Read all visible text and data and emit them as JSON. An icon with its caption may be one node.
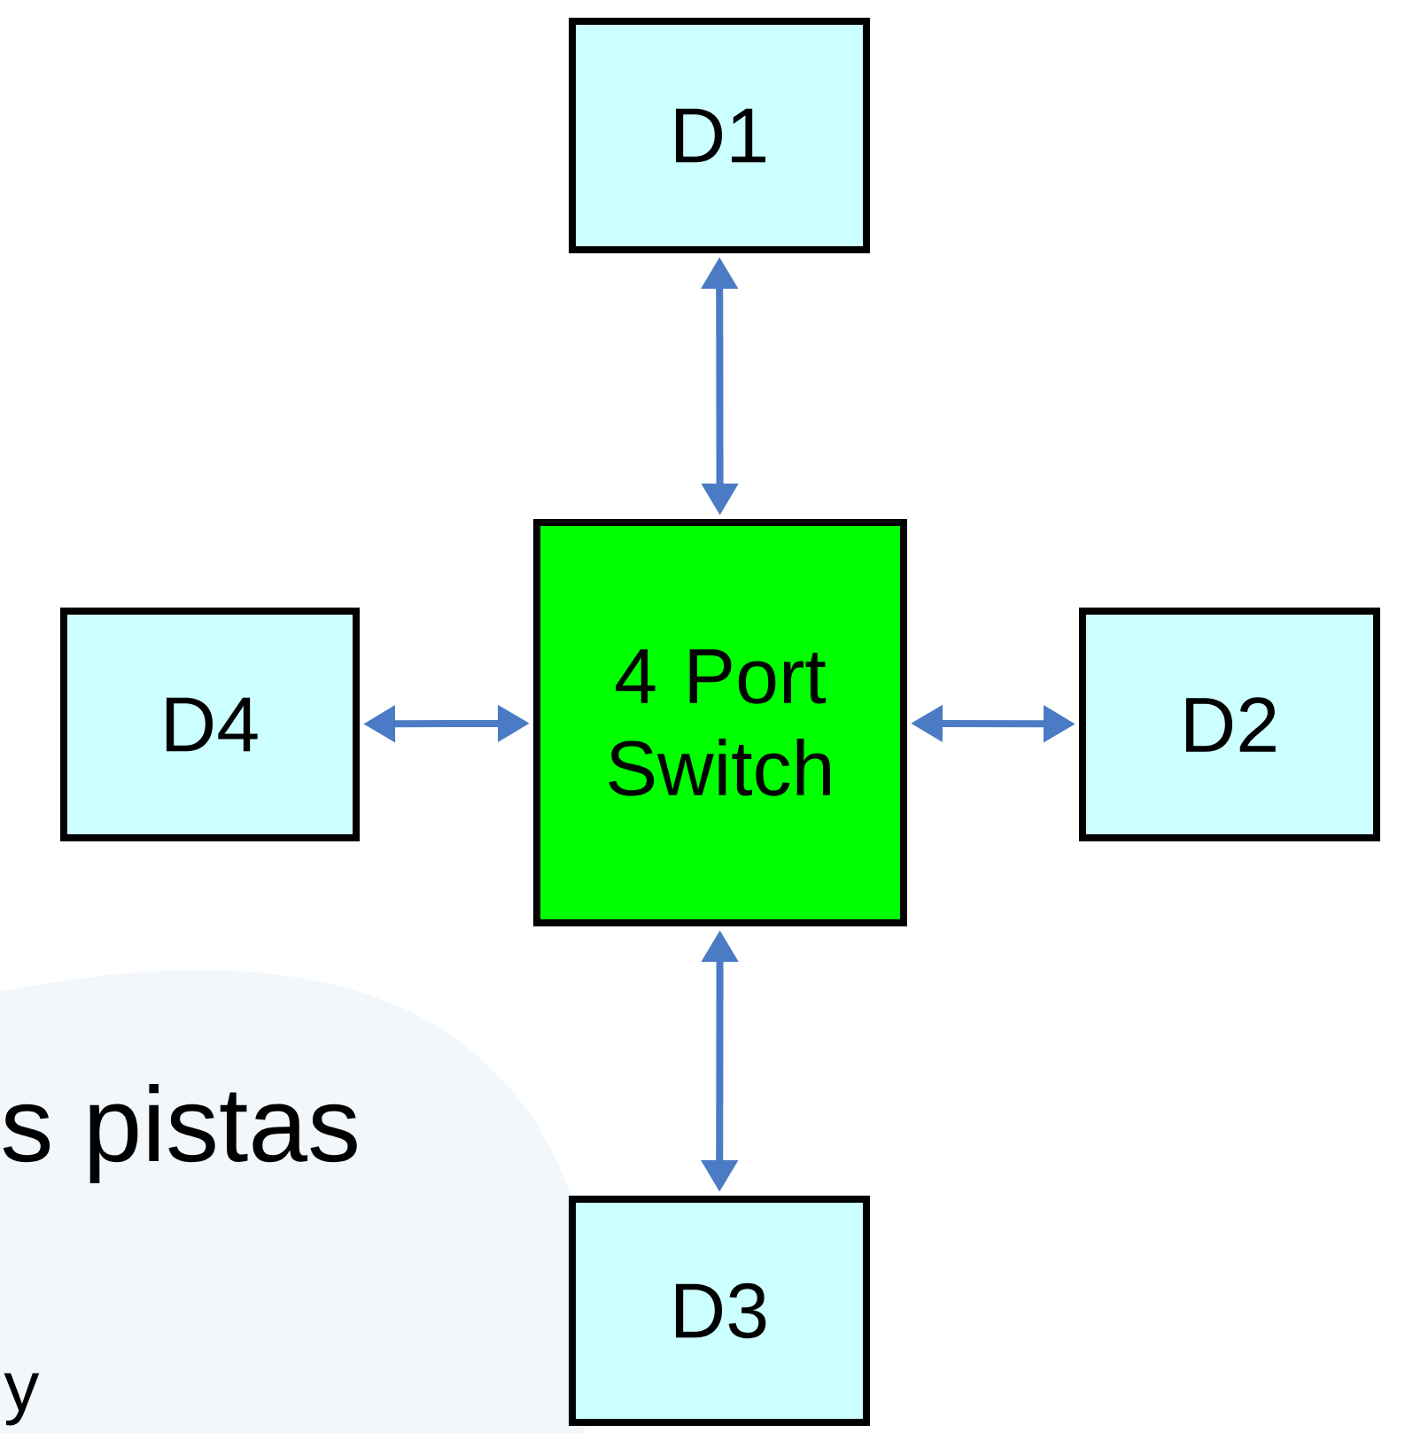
{
  "diagram": {
    "nodes": [
      {
        "text": [
          "D1"
        ]
      },
      {
        "text": [
          "4 Port Switch"
        ]
      },
      {
        "text": [
          "D4"
        ]
      },
      {
        "text": [
          "D2"
        ]
      },
      {
        "text": [
          "D3"
        ]
      }
    ],
    "edges": [
      {
        "from": 1,
        "to": 0,
        "arrow": "both"
      },
      {
        "from": 1,
        "to": 2,
        "arrow": "both"
      },
      {
        "from": 1,
        "to": 3,
        "arrow": "both"
      },
      {
        "from": 1,
        "to": 4,
        "arrow": "both"
      }
    ],
    "labels": [
      "s pistas",
      "y"
    ]
  }
}
